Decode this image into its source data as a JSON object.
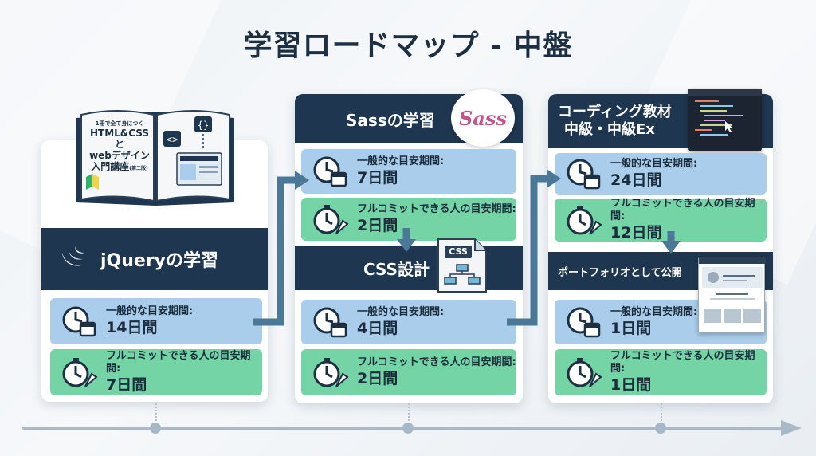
{
  "title": "学習ロードマップ - 中盤",
  "book": {
    "lines": [
      "1冊で全て身につく",
      "HTML&CSSと",
      "webデザイン",
      "入門講座"
    ],
    "edition": "(第二版)"
  },
  "columns": [
    {
      "header": "jQueryの学習",
      "cards": [
        {
          "label": "一般的な目安期間:",
          "value": "14日間"
        },
        {
          "label": "フルコミットできる人の目安期間:",
          "value": "7日間"
        }
      ]
    },
    {
      "header": "Sassの学習",
      "logo": "Sass",
      "cards": [
        {
          "label": "一般的な目安期間:",
          "value": "7日間"
        },
        {
          "label": "フルコミットできる人の目安期間:",
          "value": "2日間"
        }
      ],
      "sub_header": "CSS設計",
      "sub_icon_text": "CSS",
      "sub_cards": [
        {
          "label": "一般的な目安期間:",
          "value": "4日間"
        },
        {
          "label": "フルコミットできる人の目安期間:",
          "value": "2日間"
        }
      ]
    },
    {
      "header_line1": "コーディング教材",
      "header_line2": "中級・中級Ex",
      "cards": [
        {
          "label": "一般的な目安期間:",
          "value": "24日間"
        },
        {
          "label": "フルコミットできる人の目安期間:",
          "value": "12日間"
        }
      ],
      "sub_header": "ポートフォリオとして公開",
      "sub_cards": [
        {
          "label": "一般的な目安期間:",
          "value": "1日間"
        },
        {
          "label": "フルコミットできる人の目安期間:",
          "value": "1日間"
        }
      ]
    }
  ],
  "colors": {
    "dark": "#1f3650",
    "blue_card": "#a9cdea",
    "green_card": "#74d4a5",
    "arrow": "#4a7896",
    "sass_pink": "#c6538c"
  },
  "icons": [
    "clock-calendar-icon",
    "stopwatch-rocket-icon",
    "jquery-logo-icon",
    "sass-logo-icon",
    "css-document-icon",
    "code-editor-icon",
    "portfolio-page-icon",
    "book-icon"
  ]
}
